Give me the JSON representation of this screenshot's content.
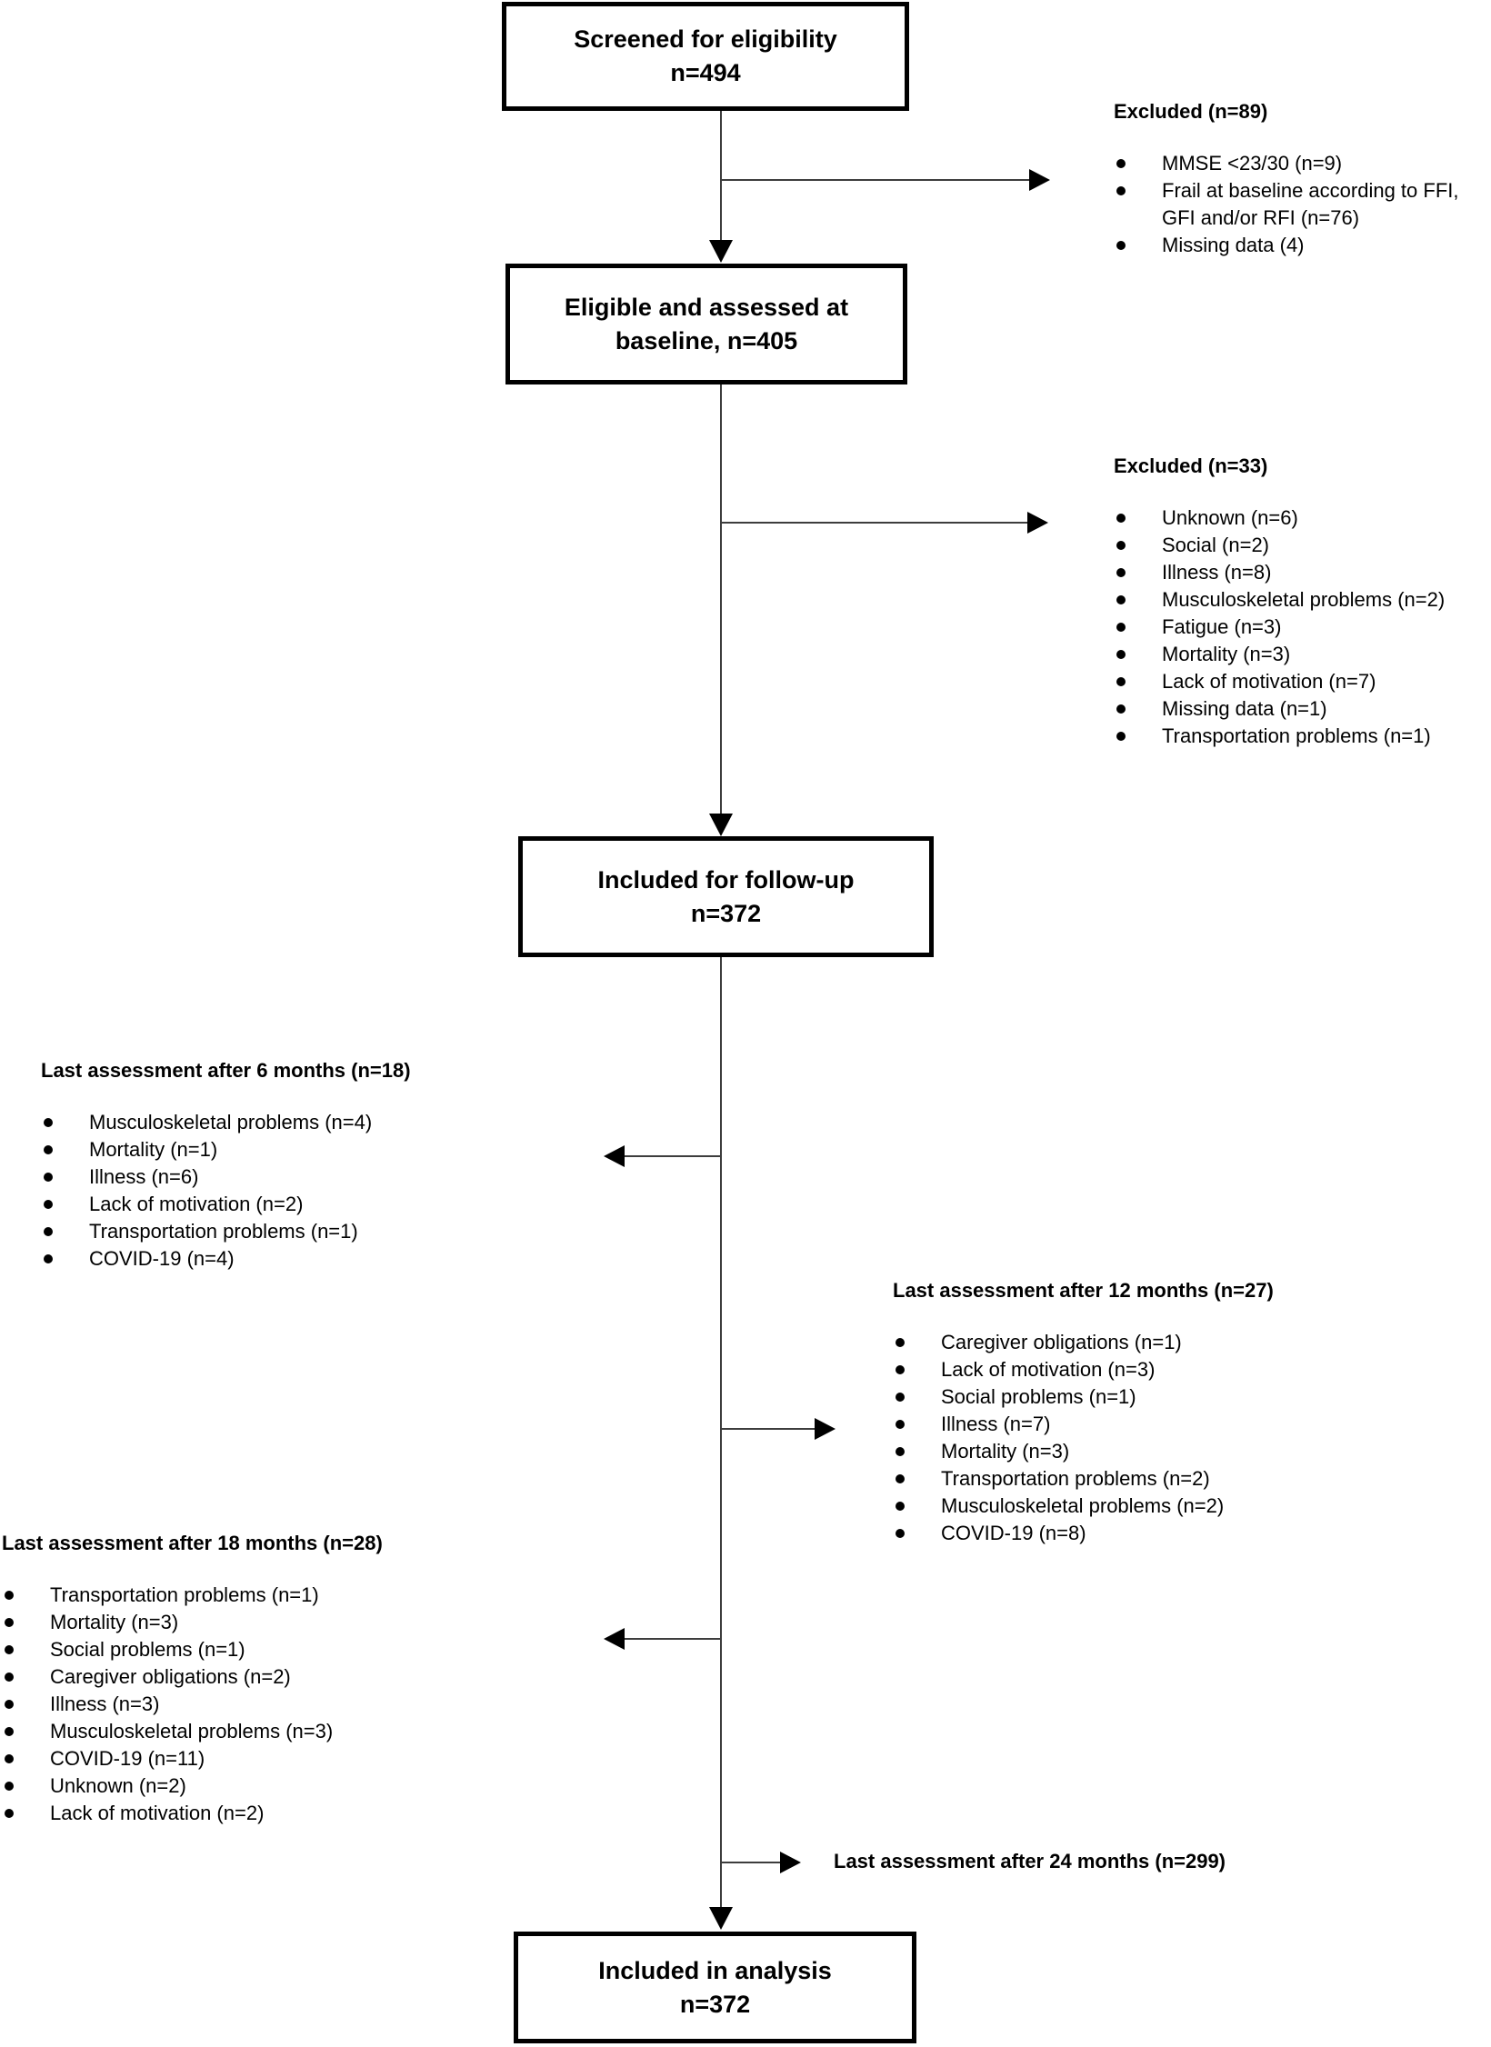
{
  "diagram": {
    "boxes": {
      "screened": {
        "line1": "Screened for eligibility",
        "line2": "n=494"
      },
      "eligible": {
        "line1": "Eligible and assessed at",
        "line2": "baseline, n=405"
      },
      "followup": {
        "line1": "Included for follow-up",
        "line2": "n=372"
      },
      "analysis": {
        "line1": "Included in analysis",
        "line2": "n=372"
      }
    },
    "lists": {
      "excluded_screening": {
        "title": "Excluded (n=89)",
        "items": [
          "MMSE <23/30 (n=9)",
          "Frail at baseline according to FFI, GFI and/or RFI (n=76)",
          "Missing data (4)"
        ]
      },
      "excluded_baseline": {
        "title": "Excluded (n=33)",
        "items": [
          "Unknown (n=6)",
          "Social (n=2)",
          "Illness (n=8)",
          "Musculoskeletal problems (n=2)",
          "Fatigue (n=3)",
          "Mortality (n=3)",
          "Lack of motivation (n=7)",
          "Missing data (n=1)",
          "Transportation problems (n=1)"
        ]
      },
      "last_6_months": {
        "title": "Last assessment after 6 months (n=18)",
        "items": [
          "Musculoskeletal problems (n=4)",
          "Mortality (n=1)",
          "Illness (n=6)",
          "Lack of motivation (n=2)",
          "Transportation problems (n=1)",
          "COVID-19 (n=4)"
        ]
      },
      "last_12_months": {
        "title": "Last assessment after 12 months (n=27)",
        "items": [
          "Caregiver obligations (n=1)",
          "Lack of motivation (n=3)",
          "Social problems (n=1)",
          "Illness (n=7)",
          "Mortality (n=3)",
          "Transportation problems (n=2)",
          "Musculoskeletal problems (n=2)",
          "COVID-19 (n=8)"
        ]
      },
      "last_18_months": {
        "title": "Last assessment after 18 months (n=28)",
        "items": [
          "Transportation problems (n=1)",
          "Mortality (n=3)",
          "Social problems (n=1)",
          "Caregiver obligations (n=2)",
          "Illness (n=3)",
          "Musculoskeletal problems (n=3)",
          "COVID-19 (n=11)",
          "Unknown (n=2)",
          "Lack of motivation (n=2)"
        ]
      },
      "last_24_months": {
        "title": "Last assessment after 24 months (n=299)"
      }
    },
    "colors": {
      "box_border": "#000000",
      "connector_line": "#3d3d3d",
      "arrowhead": "#000000",
      "text": "#000000",
      "background": "#ffffff"
    }
  }
}
